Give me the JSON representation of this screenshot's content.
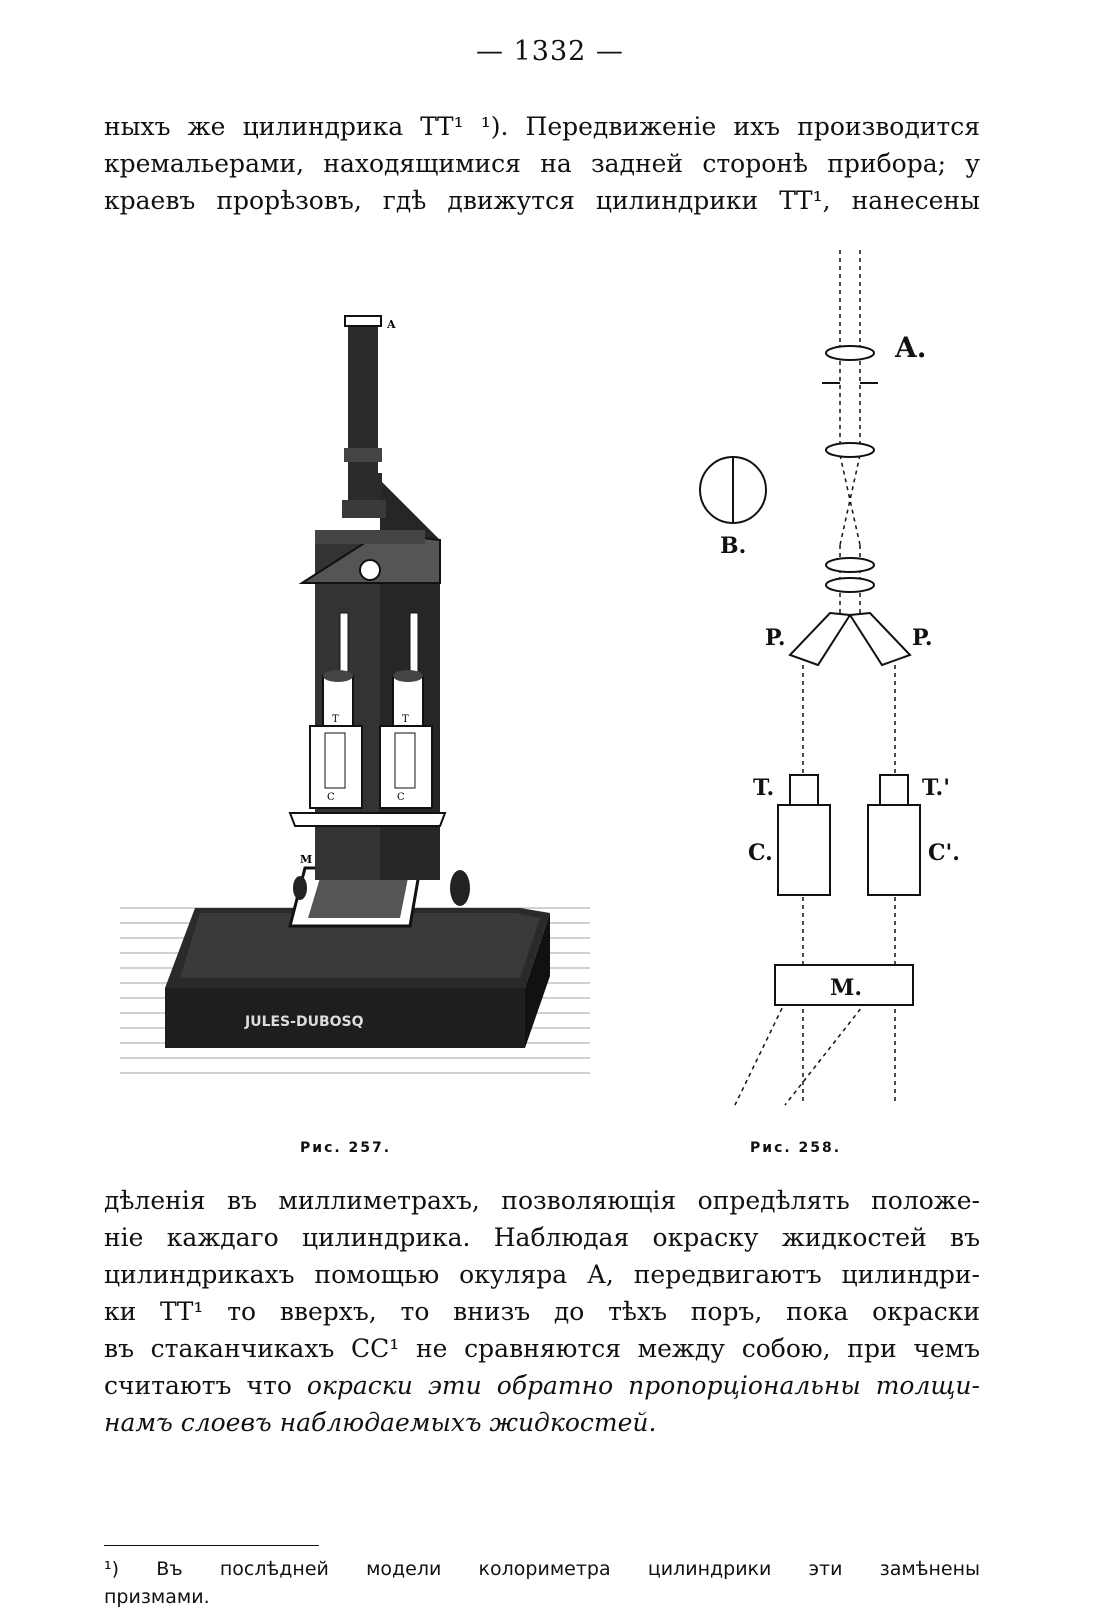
{
  "page_number": "— 1332 —",
  "paragraph1": [
    "ныхъ же цилиндрика ТТ¹ ¹). Передвиженіе ихъ производится",
    "кремальерами, находящимися на задней сторонѣ прибора; у",
    "краевъ прорѣзовъ, гдѣ движутся цилиндрики ТТ¹, нанесены"
  ],
  "figure257": {
    "caption": "Рис. 257.",
    "labels": {
      "A": "A",
      "M": "M",
      "T_left": "T",
      "T_right": "T",
      "C_left": "C",
      "C_right": "C",
      "maker": "JULES-DUBOSQ"
    }
  },
  "figure258": {
    "caption": "Рис. 258.",
    "labels": {
      "A": "A.",
      "B": "B.",
      "P_left": "P.",
      "P_right": "P.",
      "T": "T.",
      "T1": "T.'",
      "C": "C.",
      "C1": "C'.",
      "M": "M."
    }
  },
  "paragraph2": [
    "дѣленія въ миллиметрахъ, позволяющія опредѣлять положе-",
    "ніе каждаго цилиндрика. Наблюдая окраску жидкостей въ",
    "цилиндрикахъ помощью окуляра А, передвигаютъ цилиндри-",
    "ки ТТ¹ то вверхъ, то внизъ до тѣхъ поръ, пока окраски",
    "въ стаканчикахъ СС¹ не сравняются между собою, при чемъ"
  ],
  "paragraph2_line6_plain": "считаютъ что",
  "paragraph2_line6_italic": "окраски эти обратно пропорціональны толщи-",
  "paragraph2_line7_italic": "намъ слоевъ наблюдаемыхъ жидкостей.",
  "footnote": {
    "line1": "¹) Въ послѣдней модели колориметра цилиндрики эти замѣнены",
    "line2": "призмами."
  }
}
